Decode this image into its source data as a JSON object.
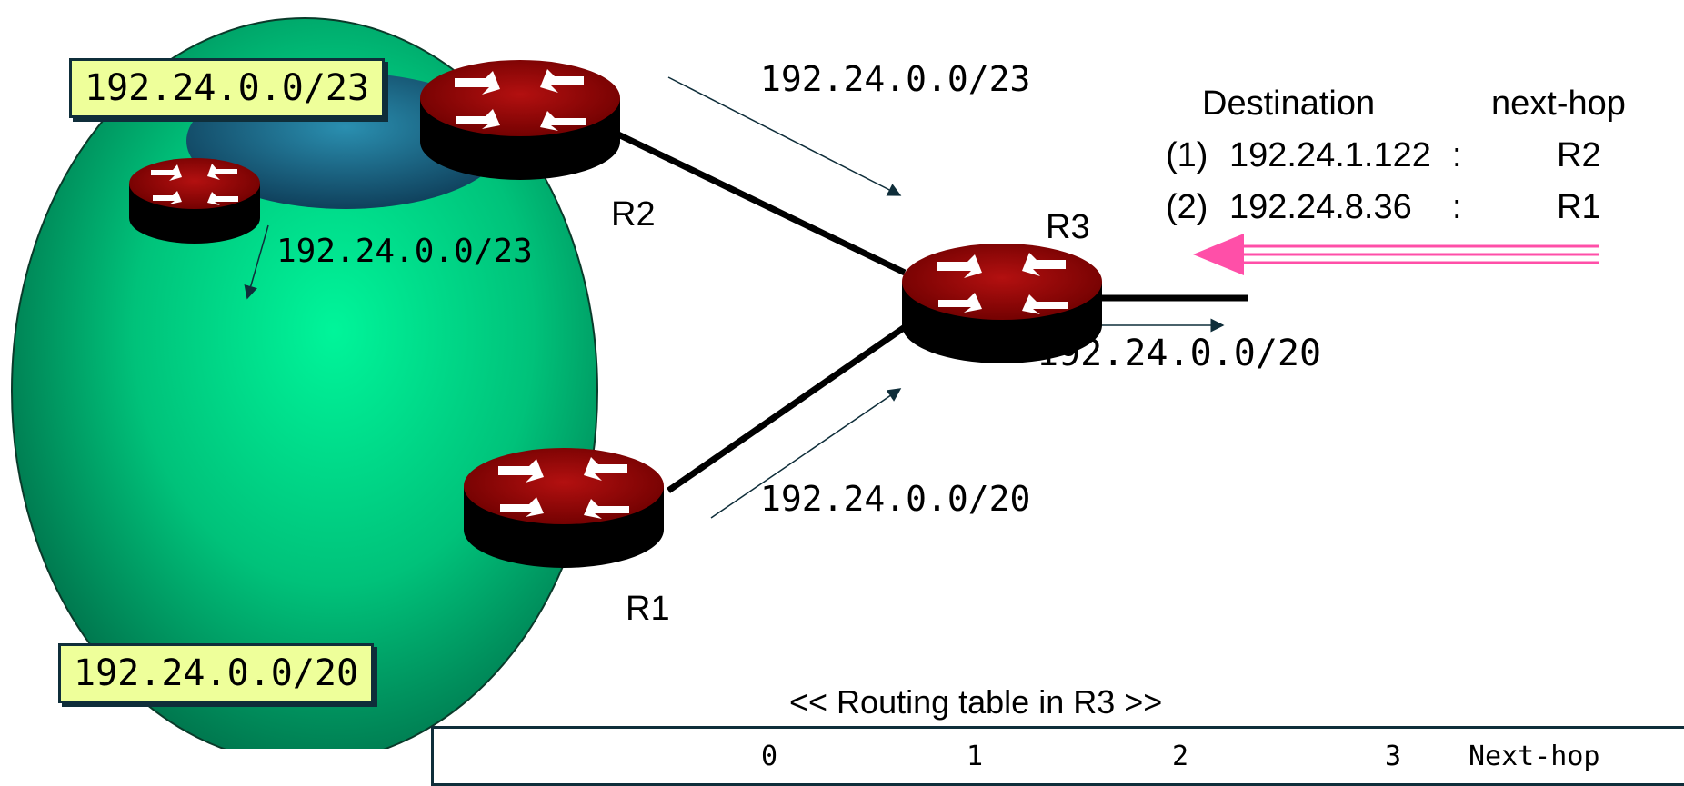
{
  "network_labels": {
    "outer": "192.24.0.0/20",
    "inner": "192.24.0.0/23",
    "r2_advert": "192.24.0.0/23",
    "inner_route": "192.24.0.0/23",
    "r1_advert": "192.24.0.0/20",
    "r3_advert": "192.24.0.0/20"
  },
  "routers": {
    "r1": "R1",
    "r2": "R2",
    "r3": "R3"
  },
  "lookup": {
    "header_destination": "Destination",
    "header_nexthop": "next-hop",
    "rows": [
      {
        "index": "(1)",
        "destination": "192.24.1.122",
        "sep": ":",
        "nexthop": "R2"
      },
      {
        "index": "(2)",
        "destination": "192.24.8.36",
        "sep": ":",
        "nexthop": "R1"
      }
    ]
  },
  "routing_table": {
    "title": "<< Routing table in R3 >>",
    "columns": [
      "0",
      "1",
      "2",
      "3",
      "Next-hop"
    ]
  },
  "colors": {
    "ellipse_outer": "#00c878",
    "ellipse_inner": "#1a6a8a",
    "router": "#8b0000",
    "label_box": "#eeff9a",
    "incoming_arrow": "#ff4fa8"
  }
}
